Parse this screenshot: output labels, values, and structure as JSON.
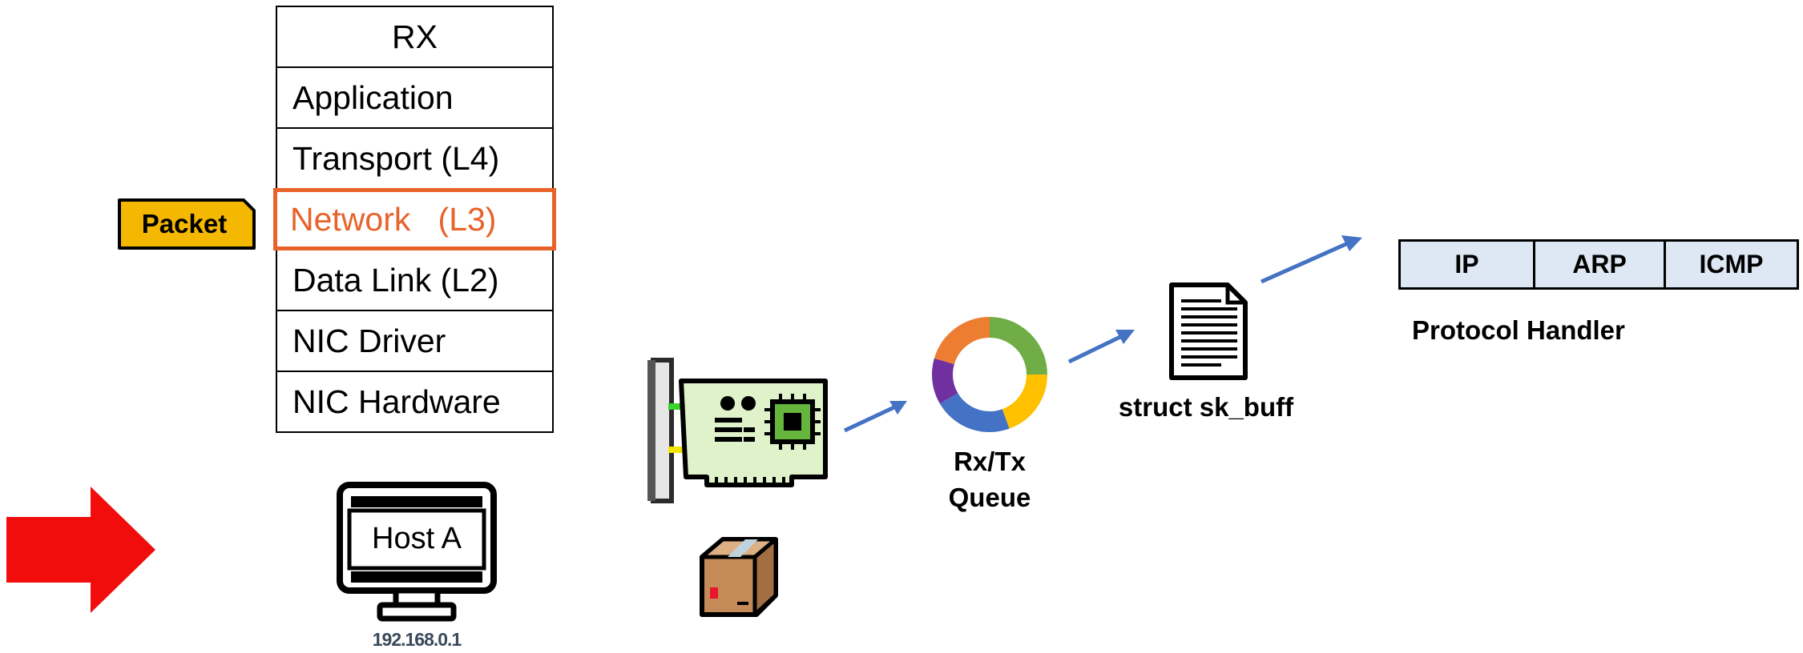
{
  "stack": {
    "header": "RX",
    "layers": [
      "Application",
      "Transport (L4)",
      "Network   (L3)",
      "Data Link (L2)",
      "NIC Driver",
      "NIC Hardware"
    ]
  },
  "packet_tag": "Packet",
  "host": {
    "label": "Host A",
    "ip": "192.168.0.1"
  },
  "queue_label_line1": "Rx/Tx",
  "queue_label_line2": "Queue",
  "skb_label": "struct sk_buff",
  "protocol_handler": {
    "title": "Protocol Handler",
    "protocols": [
      "IP",
      "ARP",
      "ICMP"
    ]
  },
  "colors": {
    "highlight": "#E8622A",
    "packet_fill": "#F5B800",
    "arrow_red": "#F20D0D",
    "arrow_blue": "#4472C4",
    "proto_fill": "#DDE8F4"
  }
}
